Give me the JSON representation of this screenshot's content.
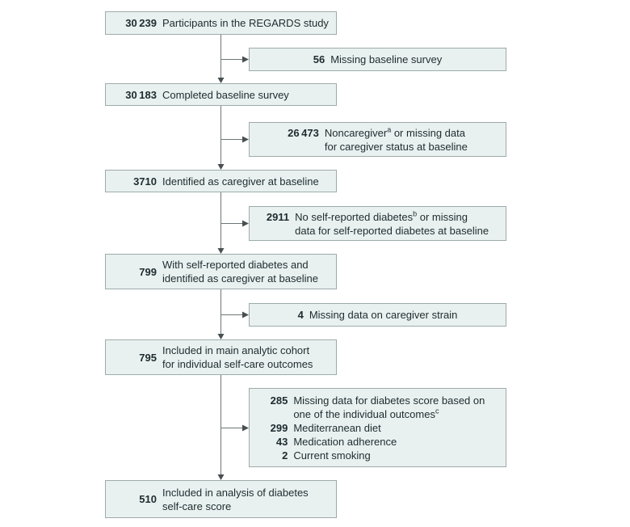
{
  "colors": {
    "background": "#ffffff",
    "box_fill": "#e9f1f0",
    "box_border": "#9dabab",
    "text": "#1d2b2e",
    "line": "#6e7678",
    "arrow": "#474f50"
  },
  "main_boxes": [
    {
      "count": "30 239",
      "line1": "Participants in the REGARDS study",
      "line2": ""
    },
    {
      "count": "30 183",
      "line1": "Completed baseline survey",
      "line2": ""
    },
    {
      "count": "3710",
      "line1": "Identified as caregiver at baseline",
      "line2": ""
    },
    {
      "count": "799",
      "line1": "With self-reported diabetes and",
      "line2": "identified as caregiver at baseline"
    },
    {
      "count": "795",
      "line1": "Included in main analytic cohort",
      "line2": "for individual self-care outcomes"
    },
    {
      "count": "510",
      "line1": "Included in analysis of diabetes",
      "line2": "self-care score"
    }
  ],
  "side_boxes": [
    {
      "count": "56",
      "text": "Missing baseline survey"
    },
    {
      "count": "26 473",
      "line1_pre": "Noncaregiver",
      "line1_sup": "a",
      "line1_post": " or missing data",
      "line2": "for caregiver status at baseline"
    },
    {
      "count": "2911",
      "line1_pre": "No self-reported diabetes",
      "line1_sup": "b",
      "line1_post": " or missing",
      "line2": "data for self-reported diabetes at baseline"
    },
    {
      "count": "4",
      "text": "Missing data on caregiver strain"
    },
    {
      "count": "285",
      "line1": "Missing data for diabetes score based on",
      "line2_pre": "one of the individual outcomes",
      "line2_sup": "c",
      "sub_items": [
        {
          "count": "299",
          "label": "Mediterranean diet"
        },
        {
          "count": "43",
          "label": "Medication adherence"
        },
        {
          "count": "2",
          "label": "Current smoking"
        }
      ]
    }
  ]
}
